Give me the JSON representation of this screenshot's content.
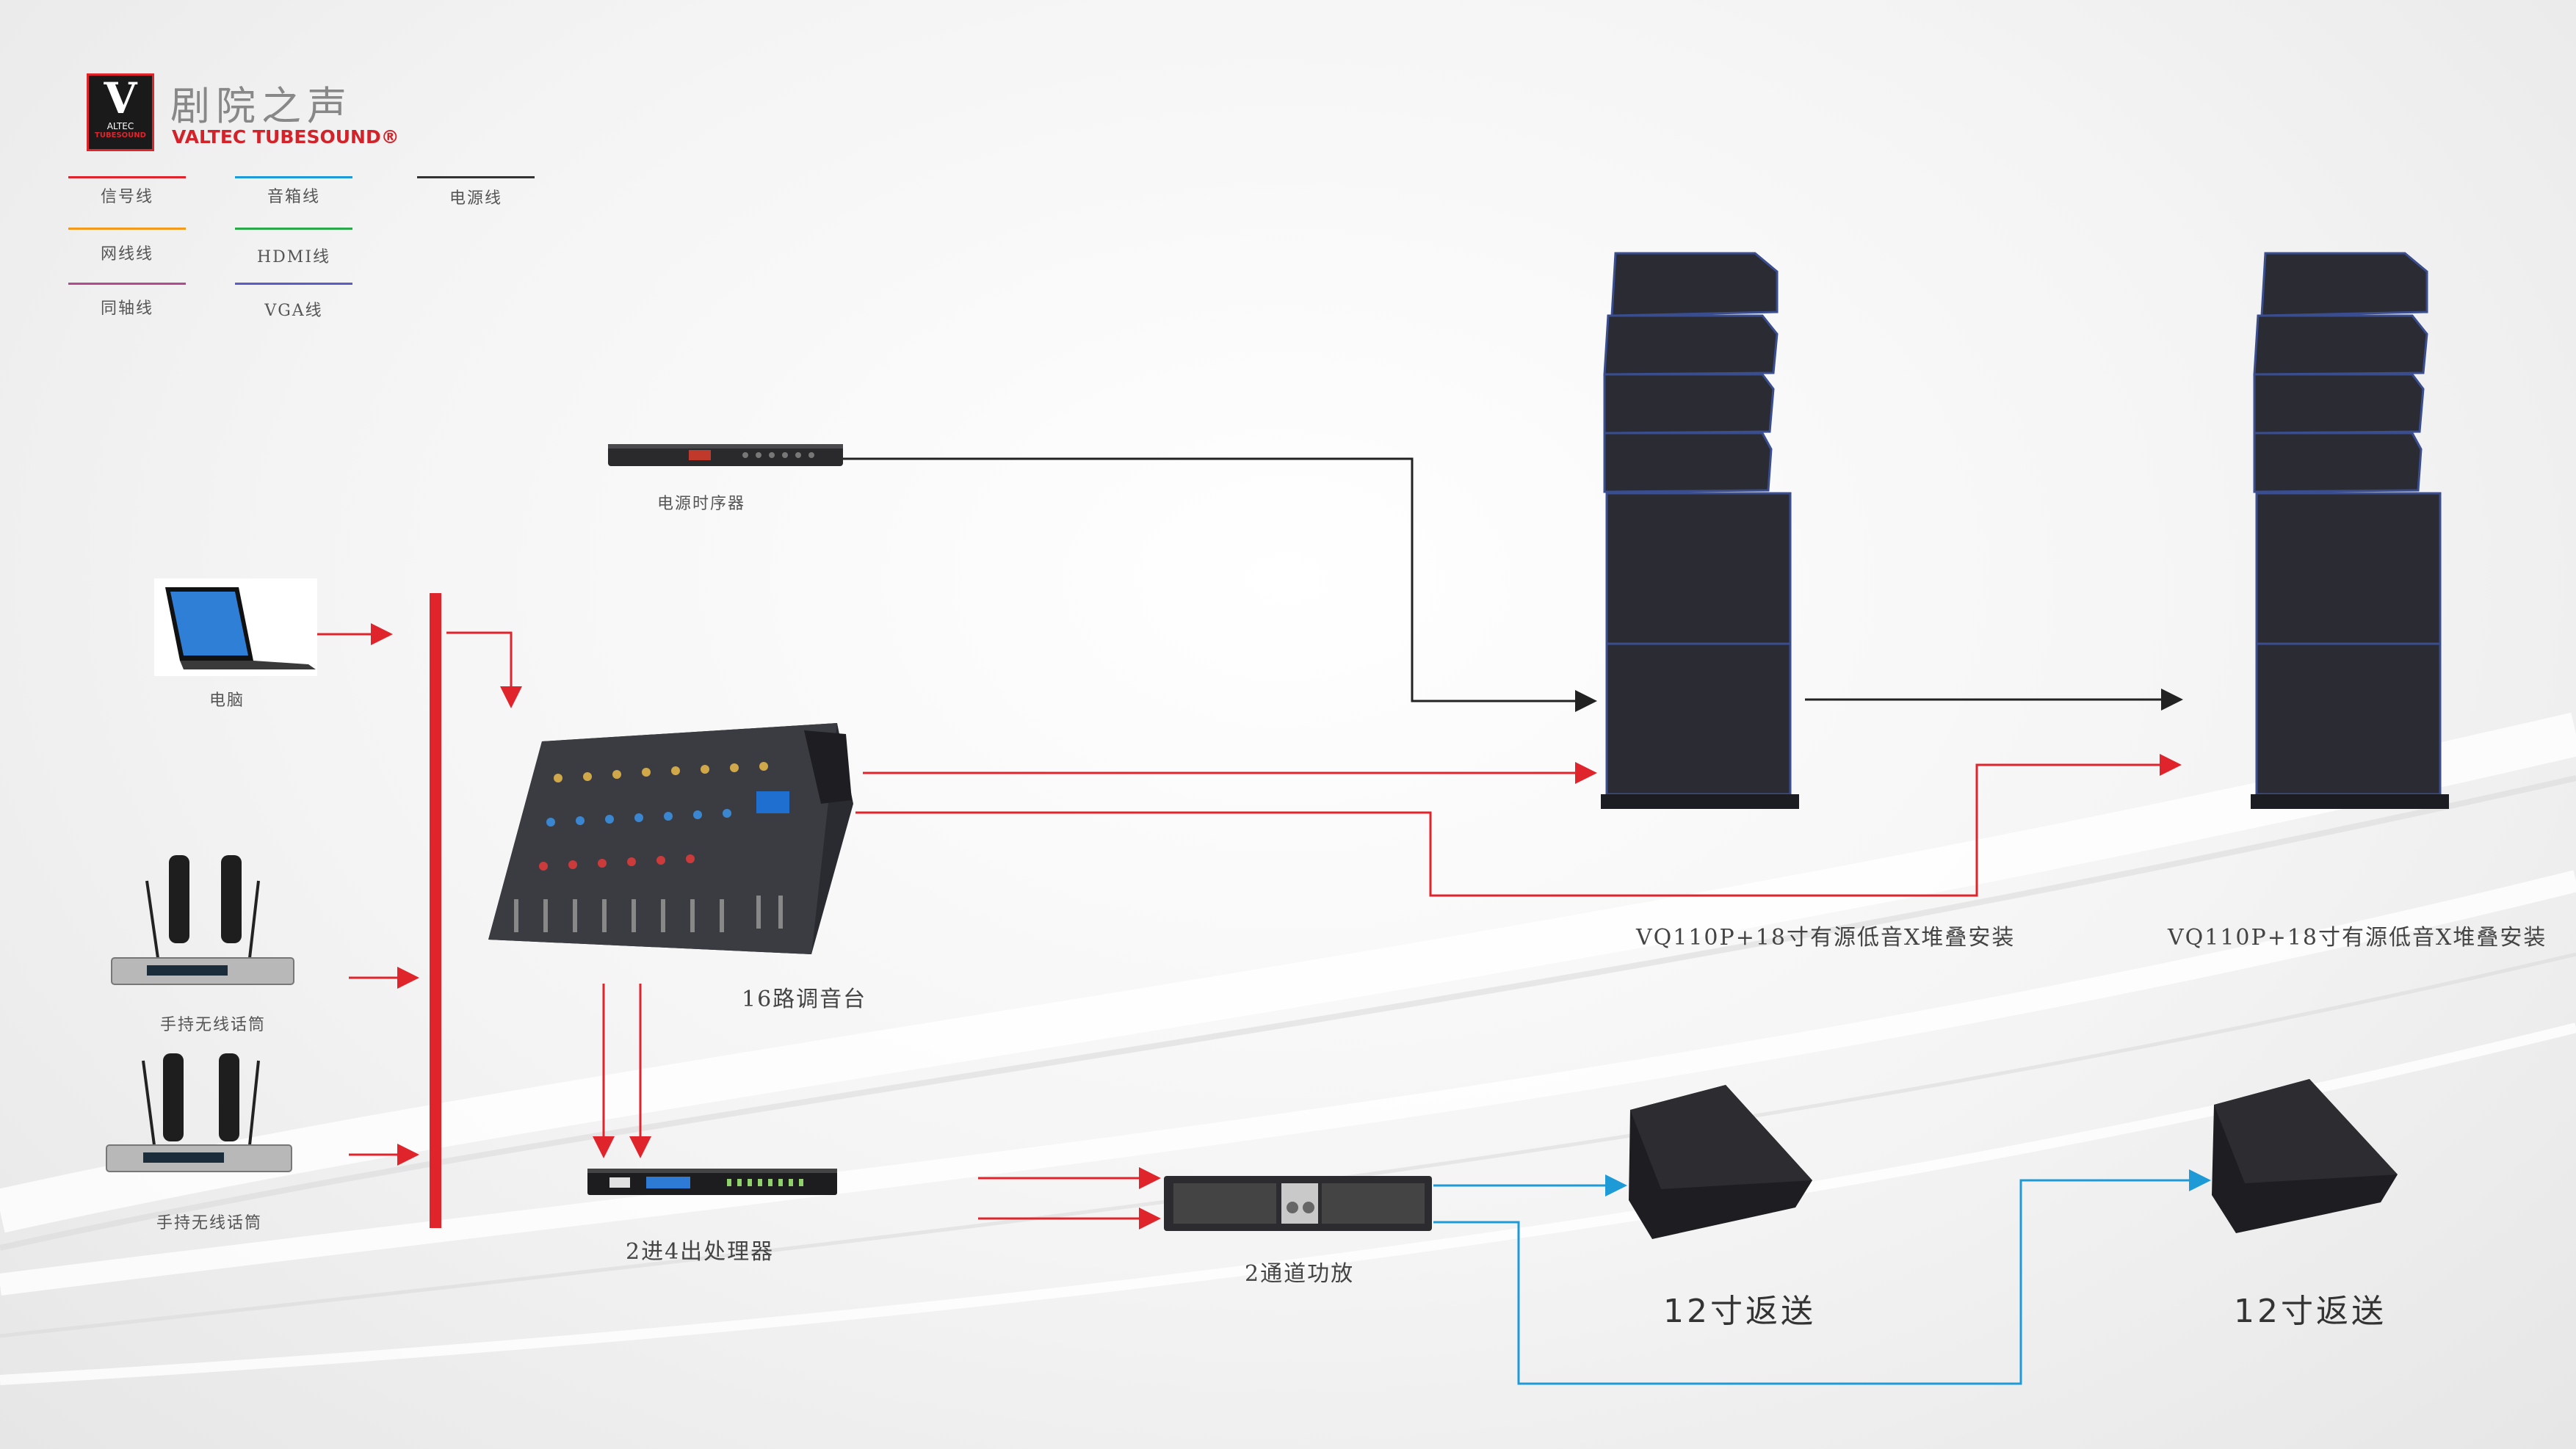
{
  "brand": {
    "logo_letter": "V",
    "logo_small_1": "ALTEC",
    "logo_small_2": "TUBESOUND",
    "cn_name": "剧院之声",
    "en_name": "VALTEC TUBESOUND®"
  },
  "legend": [
    {
      "label": "信号线",
      "color": "#e0242c"
    },
    {
      "label": "音箱线",
      "color": "#1e9bd7"
    },
    {
      "label": "电源线",
      "color": "#333333"
    },
    {
      "label": "网线线",
      "color": "#f39a1e"
    },
    {
      "label": "HDMI线",
      "color": "#2aa84a"
    },
    {
      "label": "同轴线",
      "color": "#b24a8f"
    },
    {
      "label": "VGA线",
      "color": "#5b5bc9"
    }
  ],
  "devices": {
    "power_sequencer": "电源时序器",
    "computer": "电脑",
    "mic1": "手持无线话筒",
    "mic2": "手持无线话筒",
    "mixer": "16路调音台",
    "processor": "2进4出处理器",
    "amplifier": "2通道功放",
    "stack_left": "VQ110P+18寸有源低音X堆叠安装",
    "stack_right": "VQ110P+18寸有源低音X堆叠安装",
    "monitor_left": "12寸返送",
    "monitor_right": "12寸返送"
  },
  "colors": {
    "signal": "#e0242c",
    "speaker": "#1e9bd7",
    "power": "#333333"
  }
}
